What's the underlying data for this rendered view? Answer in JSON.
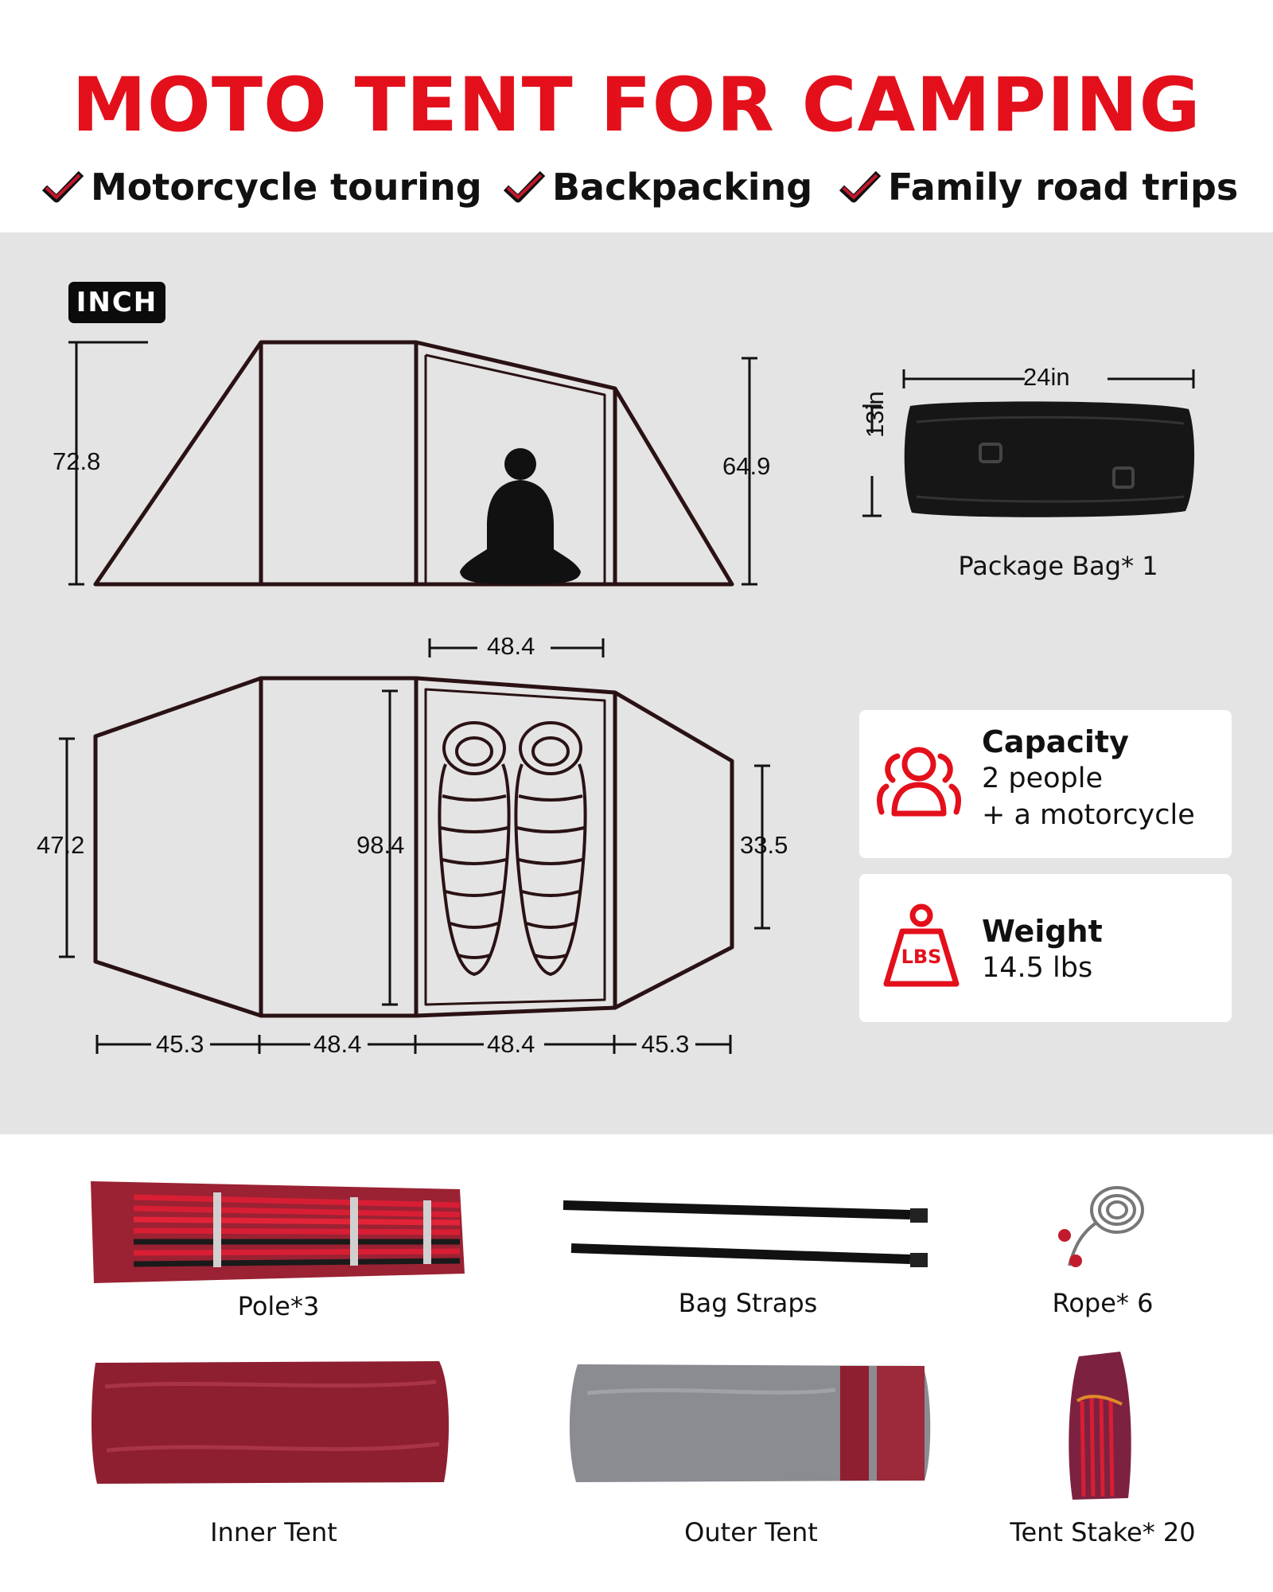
{
  "header": {
    "title": "MOTO TENT FOR CAMPING",
    "features": [
      "Motorcycle touring",
      "Backpacking",
      "Family road trips"
    ]
  },
  "specs": {
    "unit_badge": "INCH",
    "side_view": {
      "height_front": "72.8",
      "height_rear": "64.9"
    },
    "top_view": {
      "inner_width": "48.4",
      "width_front": "47.2",
      "length_inner": "98.4",
      "width_rear": "33.5",
      "segments": [
        "45.3",
        "48.4",
        "48.4",
        "45.3"
      ]
    },
    "package_bag": {
      "width": "24in",
      "height": "13in",
      "label": "Package Bag* 1"
    },
    "capacity": {
      "title": "Capacity",
      "line1": "2 people",
      "line2": "+ a motorcycle"
    },
    "weight": {
      "title": "Weight",
      "value": "14.5 lbs",
      "icon_text": "LBS"
    }
  },
  "contents": [
    "Pole*3",
    "Bag Straps",
    "Rope* 6",
    "Inner Tent",
    "Outer Tent",
    "Tent Stake* 20"
  ],
  "colors": {
    "accent": "#e3101c",
    "dark": "#111111",
    "panel": "#e4e4e4",
    "burgundy": "#8e1f30"
  }
}
